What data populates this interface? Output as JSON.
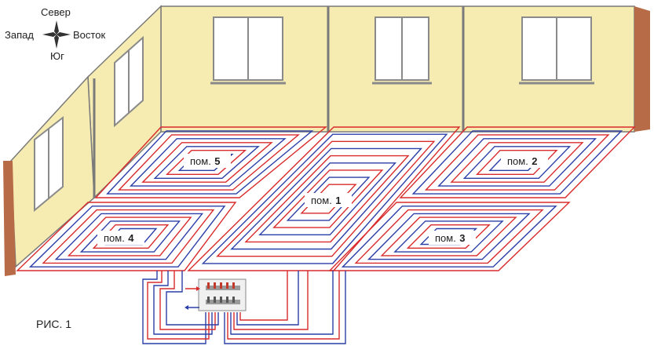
{
  "colors": {
    "wall": "#f6ecb2",
    "wall_edge": "#7a7a7a",
    "floor": "#ffffff",
    "supply": "#d92b2b",
    "return": "#2b3fa8",
    "brick": "#b86b47"
  },
  "compass": {
    "north": "Север",
    "west": "Запад",
    "east": "Восток",
    "south": "Юг",
    "icon": "compass-rose-icon"
  },
  "rooms": [
    {
      "prefix": "пом.",
      "number": "1"
    },
    {
      "prefix": "пом.",
      "number": "2"
    },
    {
      "prefix": "пом.",
      "number": "3"
    },
    {
      "prefix": "пом.",
      "number": "4"
    },
    {
      "prefix": "пом.",
      "number": "5"
    }
  ],
  "figure_label": "РИС. 1",
  "manifold": {
    "icon": "manifold-icon"
  }
}
